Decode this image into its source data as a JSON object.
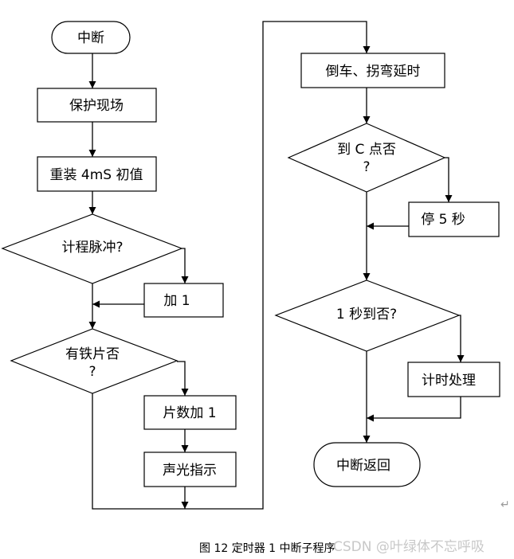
{
  "nodes": {
    "interrupt": "中断",
    "save_scene": "保护现场",
    "reload": "重装 4mS 初值",
    "count_pulse_q": "计程脉冲?",
    "add_one": "加 1",
    "iron_q_line1": "有铁片否",
    "iron_q_line2": "?",
    "sheet_add_one": "片数加 1",
    "sound_light": "声光指示",
    "reverse_turn": "倒车、拐弯延时",
    "point_c_q_line1": "到 C 点否",
    "point_c_q_line2": "?",
    "stop_five": "停 5 秒",
    "one_sec_q": "1 秒到否?",
    "timing": "计时处理",
    "return": "中断返回"
  },
  "caption": "图 12  定时器 1 中断子程序",
  "watermark": "CSDN @叶绿体不忘呼吸",
  "paragraph_mark": "↵"
}
